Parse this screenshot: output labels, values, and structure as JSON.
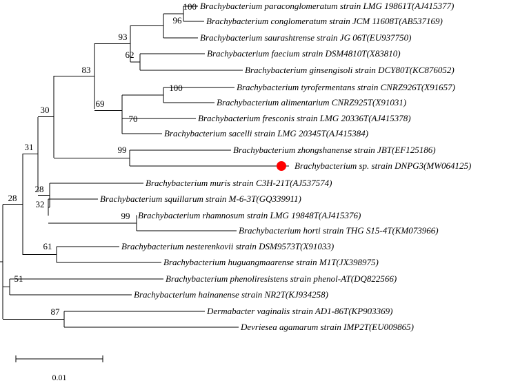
{
  "highlight_color": "#ff0000",
  "leaves": [
    {
      "id": "l01",
      "label": "Brachybacterium paraconglomeratum strain LMG 19861T(AJ415377)"
    },
    {
      "id": "l02",
      "label": "Brachybacterium conglomeratum strain JCM 11608T(AB537169)"
    },
    {
      "id": "l03",
      "label": "Brachybacterium saurashtrense strain JG 06T(EU937750)"
    },
    {
      "id": "l04",
      "label": "Brachybacterium faecium strain DSM4810T(X83810)"
    },
    {
      "id": "l05",
      "label": "Brachybacterium ginsengisoli strain DCY80T(KC876052)"
    },
    {
      "id": "l06",
      "label": "Brachybacterium tyrofermentans strain CNRZ926T(X91657)"
    },
    {
      "id": "l07",
      "label": "Brachybacterium alimentarium CNRZ925T(X91031)"
    },
    {
      "id": "l08",
      "label": "Brachybacterium fresconis strain LMG 20336T(AJ415378)"
    },
    {
      "id": "l09",
      "label": "Brachybacterium sacelli strain LMG 20345T(AJ415384)"
    },
    {
      "id": "l10",
      "label": "Brachybacterium zhongshanense strain JBT(EF125186)"
    },
    {
      "id": "l11",
      "label": "Brachybacterium sp. strain DNPG3(MW064125)",
      "highlight": true
    },
    {
      "id": "l12",
      "label": "Brachybacterium muris strain C3H-21T(AJ537574)"
    },
    {
      "id": "l13",
      "label": "Brachybacterium squillarum strain M-6-3T(GQ339911)"
    },
    {
      "id": "l14",
      "label": "Brachybacterium rhamnosum strain LMG 19848T(AJ415376)"
    },
    {
      "id": "l15",
      "label": "Brachybacterium horti strain THG S15-4T(KM073966)"
    },
    {
      "id": "l16",
      "label": "Brachybacterium nesterenkovii strain DSM9573T(X91033)"
    },
    {
      "id": "l17",
      "label": "Brachybacterium huguangmaarense strain M1T(JX398975)"
    },
    {
      "id": "l18",
      "label": "Brachybacterium phenoliresistens strain phenol-AT(DQ822566)"
    },
    {
      "id": "l19",
      "label": "Brachybacterium hainanense strain NR2T(KJ934258)"
    },
    {
      "id": "l20",
      "label": "Dermabacter vaginalis strain AD1-86T(KP903369)"
    },
    {
      "id": "l21",
      "label": "Devriesea agamarum strain IMP2T(EU009865)"
    }
  ],
  "bootstrap_values": [
    {
      "node": "n01",
      "value": "100"
    },
    {
      "node": "n02",
      "value": "96"
    },
    {
      "node": "n03",
      "value": "93"
    },
    {
      "node": "n04",
      "value": "62"
    },
    {
      "node": "n05",
      "value": "83"
    },
    {
      "node": "n06",
      "value": "100"
    },
    {
      "node": "n07",
      "value": "69"
    },
    {
      "node": "n08",
      "value": "70"
    },
    {
      "node": "n09",
      "value": "30"
    },
    {
      "node": "n10",
      "value": "99"
    },
    {
      "node": "n11",
      "value": "31"
    },
    {
      "node": "n12",
      "value": "28"
    },
    {
      "node": "n13",
      "value": "32"
    },
    {
      "node": "n14",
      "value": "99"
    },
    {
      "node": "n15",
      "value": "61"
    },
    {
      "node": "n16",
      "value": "28"
    },
    {
      "node": "n17",
      "value": "51"
    },
    {
      "node": "n18",
      "value": "87"
    }
  ],
  "scale_bar": {
    "label": "0.01"
  }
}
